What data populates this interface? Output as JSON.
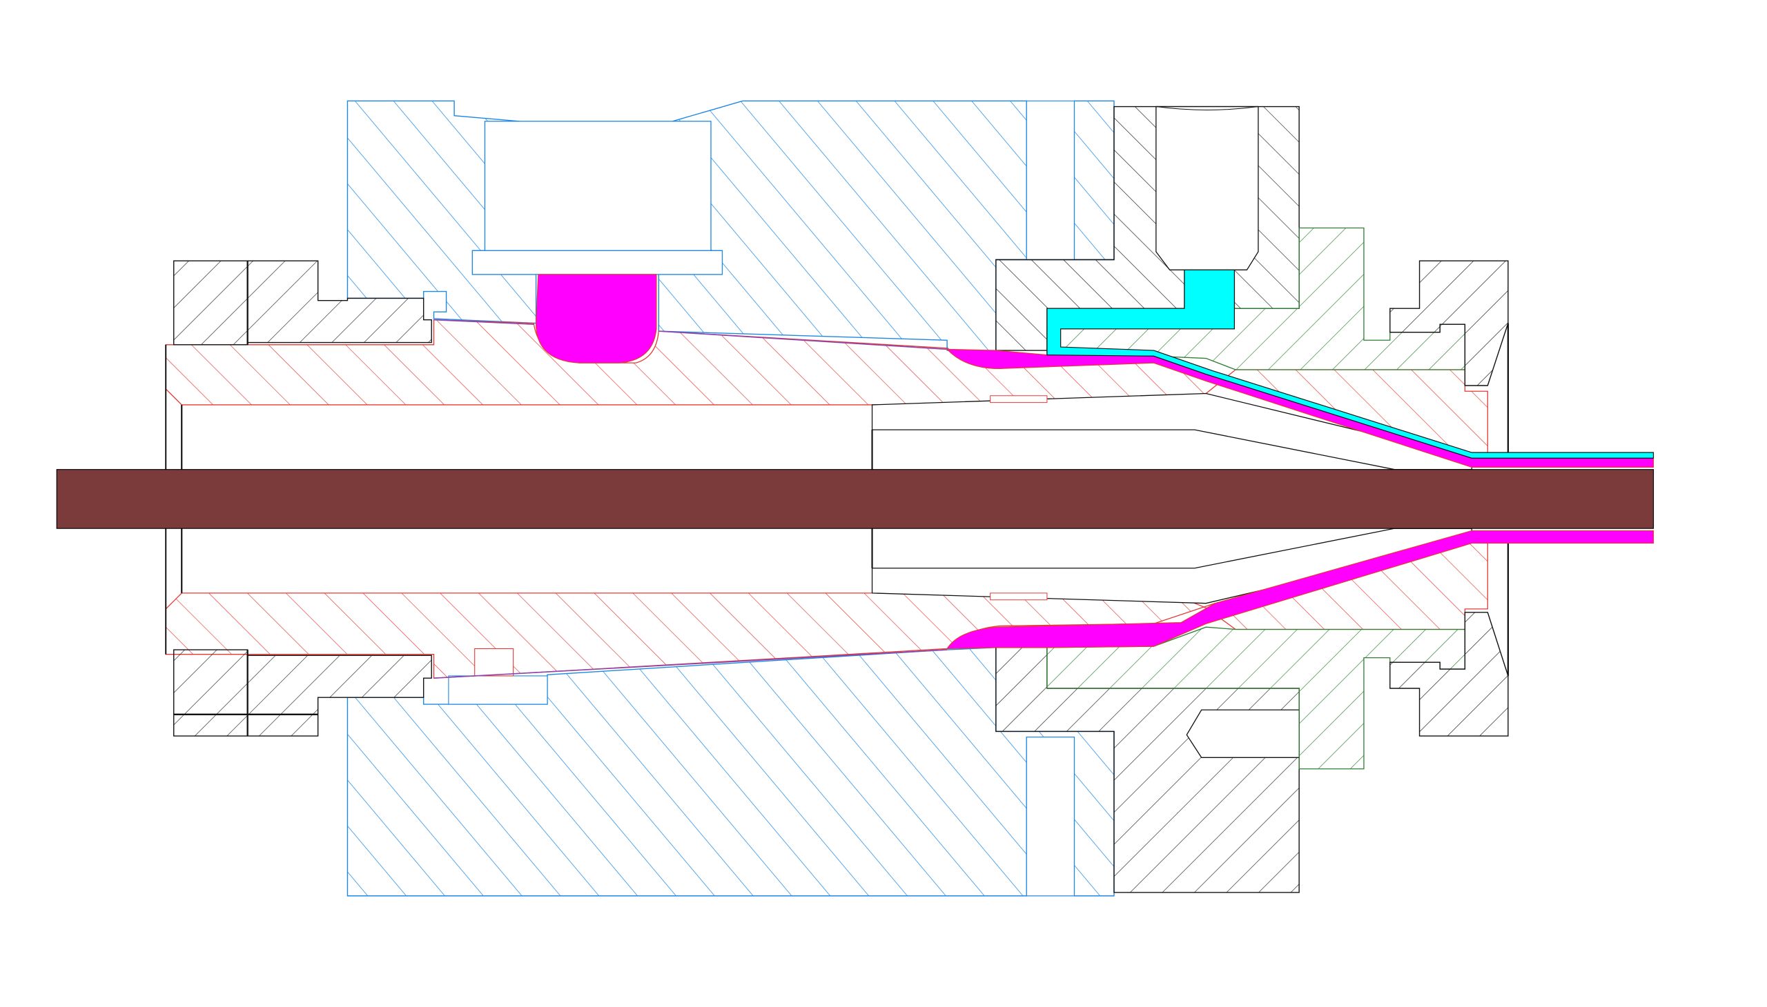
{
  "diagram": {
    "title": "",
    "caption": "",
    "background": "#ffffff",
    "colors": {
      "housing_outline": "#1e88e5",
      "core_outline": "#e53935",
      "frame_outline": "#111111",
      "die_outline": "#2e7d32",
      "melt_inner": "#ff00ff",
      "melt_outer": "#00ffff",
      "wire": "#7b3b3b",
      "flow_channel": "#8e44ad"
    },
    "components": [
      {
        "id": "housing-top",
        "color_key": "housing_outline",
        "hatch": true
      },
      {
        "id": "housing-bottom",
        "color_key": "housing_outline",
        "hatch": true
      },
      {
        "id": "core-tube-top",
        "color_key": "core_outline",
        "hatch": true
      },
      {
        "id": "core-tube-bottom",
        "color_key": "core_outline",
        "hatch": true
      },
      {
        "id": "inlet-nut-top",
        "color_key": "frame_outline",
        "hatch": true
      },
      {
        "id": "inlet-nut-bottom",
        "color_key": "frame_outline",
        "hatch": true
      },
      {
        "id": "die-body-top",
        "color_key": "frame_outline",
        "hatch": true
      },
      {
        "id": "die-body-bottom",
        "color_key": "frame_outline",
        "hatch": true
      },
      {
        "id": "outer-die-top",
        "color_key": "die_outline",
        "hatch": true
      },
      {
        "id": "outer-die-bottom",
        "color_key": "die_outline",
        "hatch": true
      },
      {
        "id": "end-cap-top",
        "color_key": "frame_outline",
        "hatch": true
      },
      {
        "id": "end-cap-bottom",
        "color_key": "frame_outline",
        "hatch": true
      },
      {
        "id": "tip-mandrel",
        "color_key": "frame_outline",
        "hatch": false
      },
      {
        "id": "conductor-wire",
        "color_key": "wire",
        "hatch": false
      },
      {
        "id": "inner-melt-layer",
        "color_key": "melt_inner",
        "hatch": false
      },
      {
        "id": "outer-melt-layer",
        "color_key": "melt_outer",
        "hatch": false
      }
    ]
  }
}
